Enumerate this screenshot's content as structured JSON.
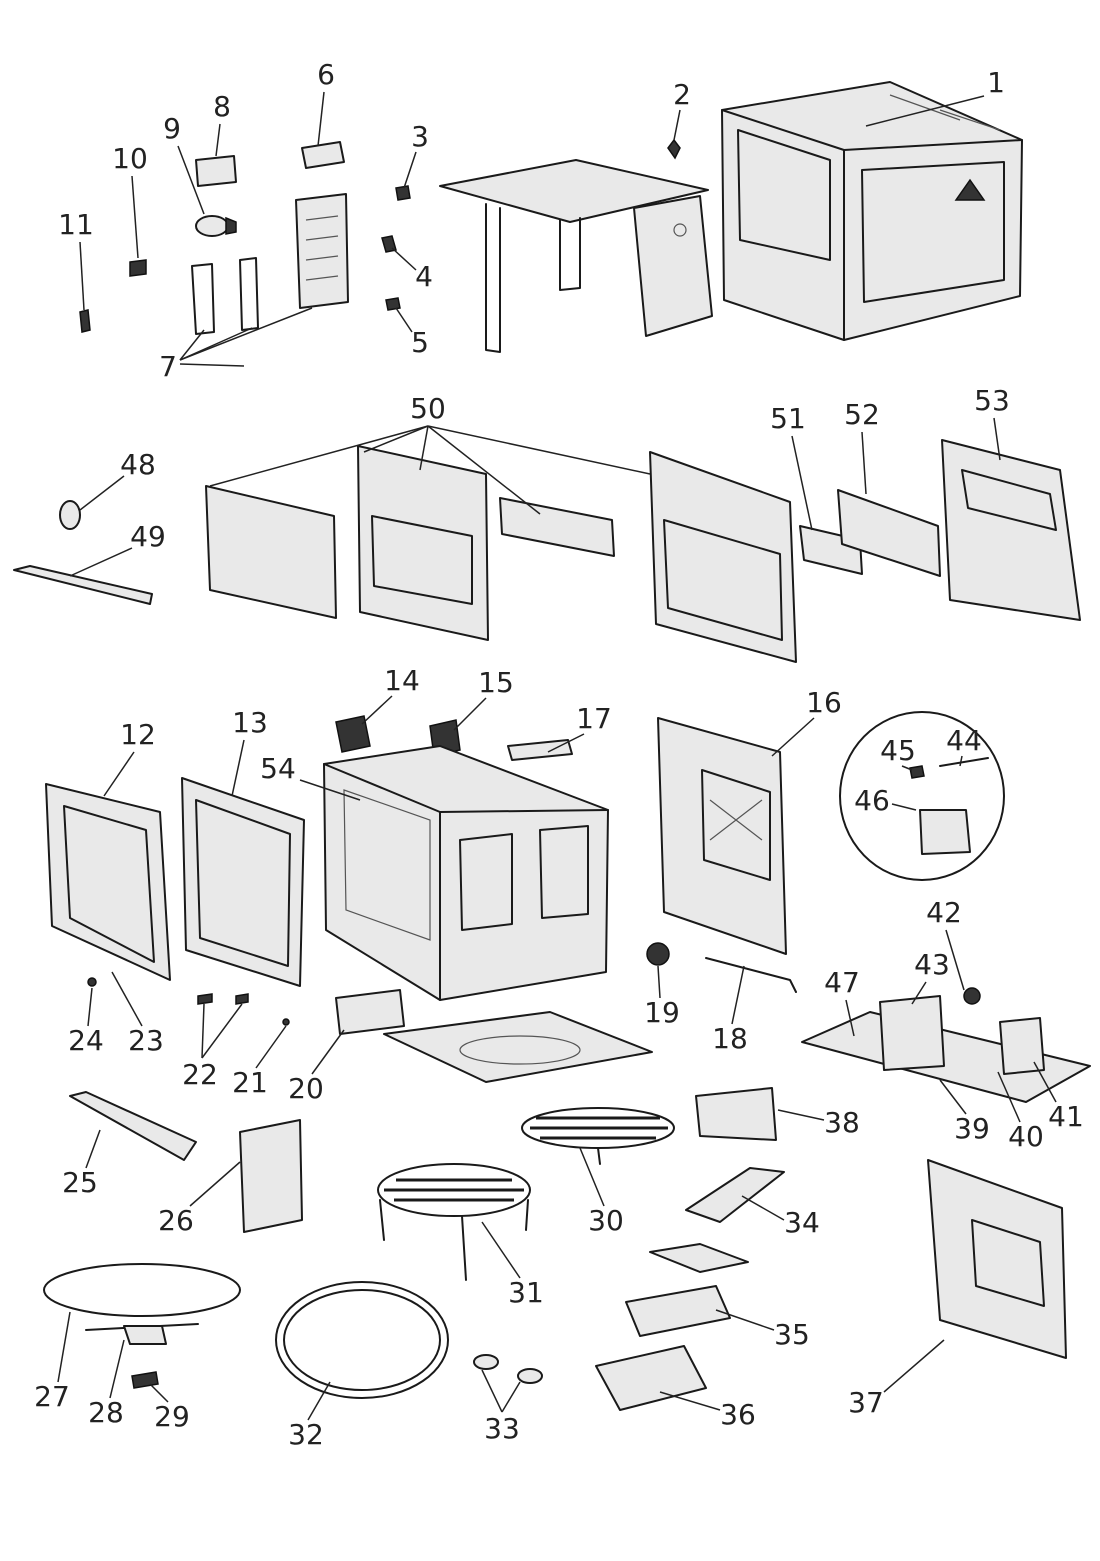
{
  "callouts": [
    {
      "id": "1",
      "label": "1"
    },
    {
      "id": "2",
      "label": "2"
    },
    {
      "id": "3",
      "label": "3"
    },
    {
      "id": "4",
      "label": "4"
    },
    {
      "id": "5",
      "label": "5"
    },
    {
      "id": "6",
      "label": "6"
    },
    {
      "id": "7",
      "label": "7"
    },
    {
      "id": "8",
      "label": "8"
    },
    {
      "id": "9",
      "label": "9"
    },
    {
      "id": "10",
      "label": "10"
    },
    {
      "id": "11",
      "label": "11"
    },
    {
      "id": "12",
      "label": "12"
    },
    {
      "id": "13",
      "label": "13"
    },
    {
      "id": "14",
      "label": "14"
    },
    {
      "id": "15",
      "label": "15"
    },
    {
      "id": "16",
      "label": "16"
    },
    {
      "id": "17",
      "label": "17"
    },
    {
      "id": "18",
      "label": "18"
    },
    {
      "id": "19",
      "label": "19"
    },
    {
      "id": "20",
      "label": "20"
    },
    {
      "id": "21",
      "label": "21"
    },
    {
      "id": "22",
      "label": "22"
    },
    {
      "id": "23",
      "label": "23"
    },
    {
      "id": "24",
      "label": "24"
    },
    {
      "id": "25",
      "label": "25"
    },
    {
      "id": "26",
      "label": "26"
    },
    {
      "id": "27",
      "label": "27"
    },
    {
      "id": "28",
      "label": "28"
    },
    {
      "id": "29",
      "label": "29"
    },
    {
      "id": "30",
      "label": "30"
    },
    {
      "id": "31",
      "label": "31"
    },
    {
      "id": "32",
      "label": "32"
    },
    {
      "id": "33",
      "label": "33"
    },
    {
      "id": "34",
      "label": "34"
    },
    {
      "id": "35",
      "label": "35"
    },
    {
      "id": "36",
      "label": "36"
    },
    {
      "id": "37",
      "label": "37"
    },
    {
      "id": "38",
      "label": "38"
    },
    {
      "id": "39",
      "label": "39"
    },
    {
      "id": "40",
      "label": "40"
    },
    {
      "id": "41",
      "label": "41"
    },
    {
      "id": "42",
      "label": "42"
    },
    {
      "id": "43",
      "label": "43"
    },
    {
      "id": "44",
      "label": "44"
    },
    {
      "id": "45",
      "label": "45"
    },
    {
      "id": "46",
      "label": "46"
    },
    {
      "id": "47",
      "label": "47"
    },
    {
      "id": "48",
      "label": "48"
    },
    {
      "id": "49",
      "label": "49"
    },
    {
      "id": "50",
      "label": "50"
    },
    {
      "id": "51",
      "label": "51"
    },
    {
      "id": "52",
      "label": "52"
    },
    {
      "id": "53",
      "label": "53"
    },
    {
      "id": "54",
      "label": "54"
    }
  ],
  "colors": {
    "line": "#1a1a1a",
    "fill": "#e9e9e9",
    "background": "#ffffff"
  }
}
